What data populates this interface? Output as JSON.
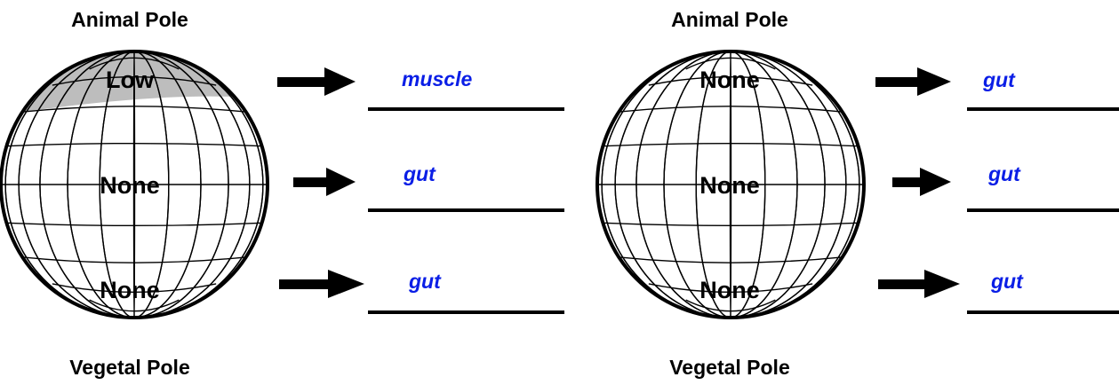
{
  "colors": {
    "answer": "#0a1ee6",
    "shading": "#bdbdbd",
    "line": "#000000"
  },
  "embryos": [
    {
      "animal_pole": "Animal Pole",
      "vegetal_pole": "Vegetal Pole",
      "shaded_region": "top",
      "regions": [
        {
          "label": "Low",
          "answer": "muscle"
        },
        {
          "label": "None",
          "answer": "gut"
        },
        {
          "label": "None",
          "answer": "gut"
        }
      ]
    },
    {
      "animal_pole": "Animal Pole",
      "vegetal_pole": "Vegetal Pole",
      "shaded_region": "none",
      "regions": [
        {
          "label": "None",
          "answer": "gut"
        },
        {
          "label": "None",
          "answer": "gut"
        },
        {
          "label": "None",
          "answer": "gut"
        }
      ]
    }
  ]
}
